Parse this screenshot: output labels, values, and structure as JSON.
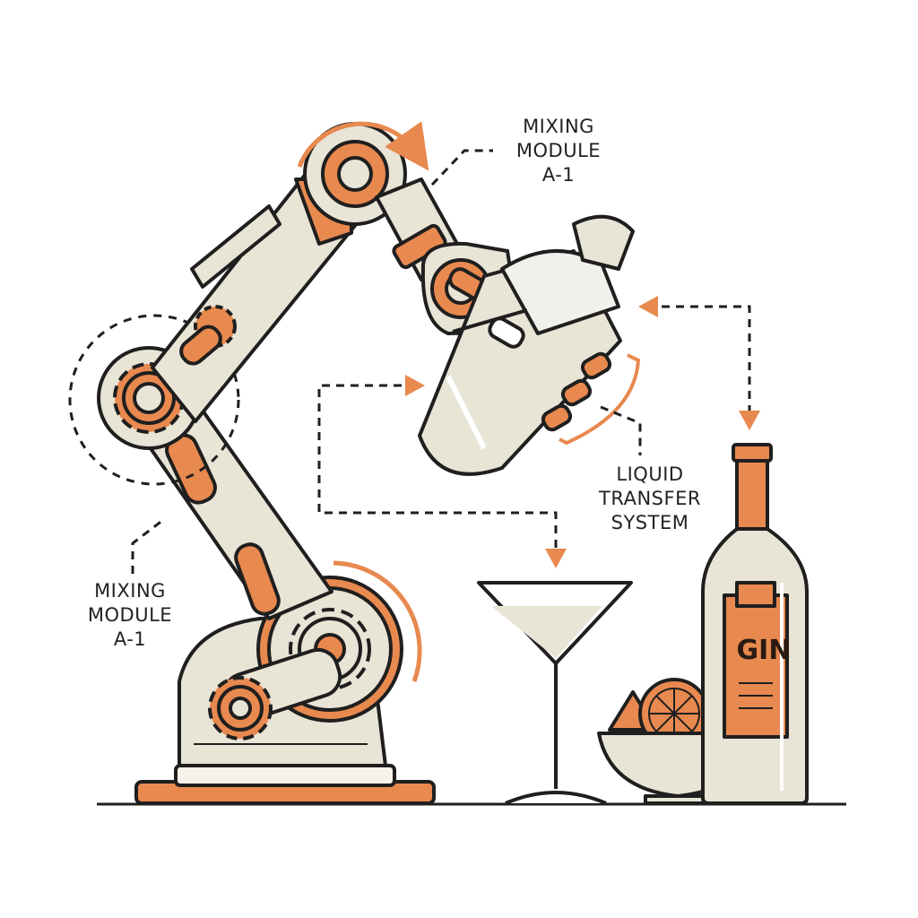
{
  "labels": {
    "top": {
      "line1": "MIXING",
      "line2": "MODULE",
      "line3": "A-1"
    },
    "left": {
      "line1": "MIXING",
      "line2": "MODULE",
      "line3": "A-1"
    },
    "right": {
      "line1": "LIQUID",
      "line2": "TRANSFER",
      "line3": "SYSTEM"
    }
  },
  "bottle": {
    "label_text": "GIN"
  },
  "colors": {
    "accent": "#e8894f",
    "metal": "#e8e4d6",
    "outline": "#1f1f1f",
    "liquid": "#f3efe6"
  }
}
